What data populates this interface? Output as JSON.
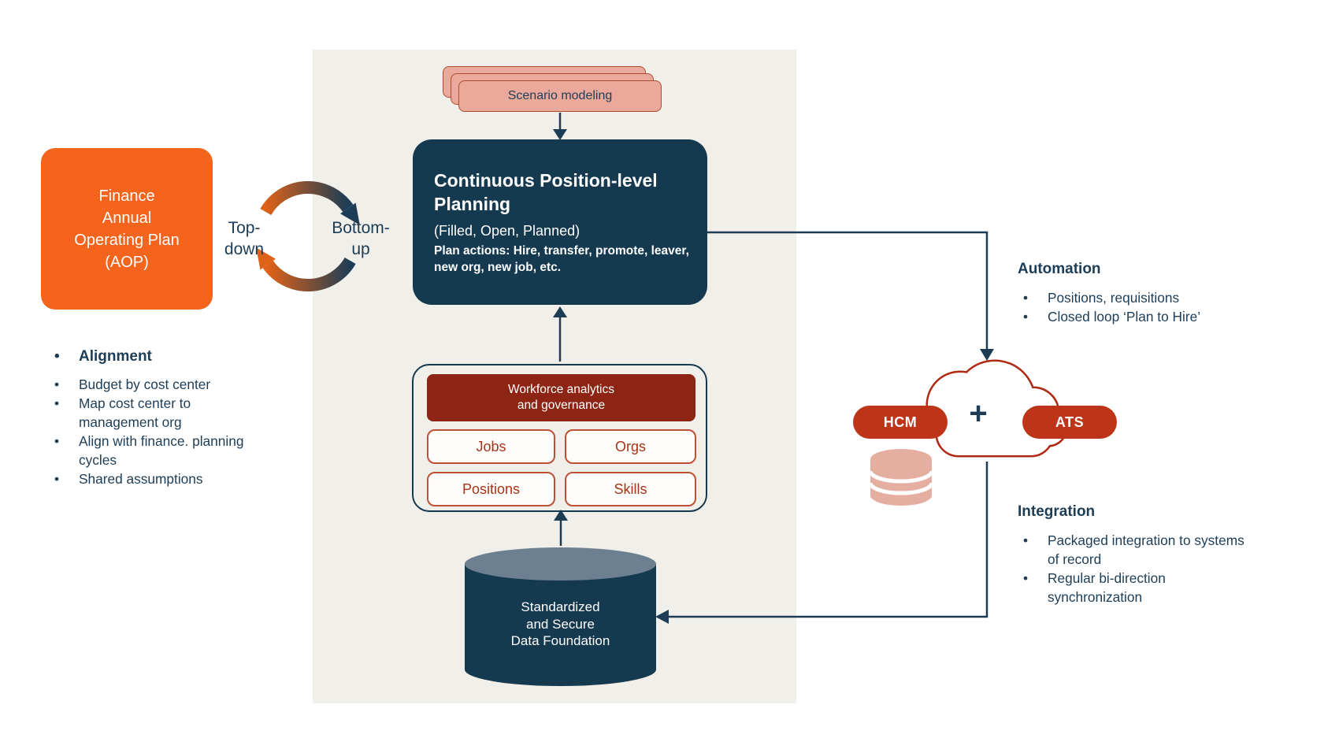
{
  "aop": {
    "line1": "Finance",
    "line2": "Annual",
    "line3": "Operating Plan",
    "line4": "(AOP)"
  },
  "cycle": {
    "top1": "Top-",
    "top2": "down",
    "bottom1": "Bottom-",
    "bottom2": "up"
  },
  "alignment": {
    "heading": "Alignment",
    "items": [
      "Budget by cost center",
      "Map cost center to management org",
      "Align with finance. planning cycles",
      "Shared assumptions"
    ]
  },
  "scenario": {
    "label": "Scenario modeling"
  },
  "planning": {
    "title": "Continuous Position-level Planning",
    "subtitle": "(Filled, Open, Planned)",
    "detail": "Plan actions: Hire, transfer, promote, leaver, new org, new job, etc."
  },
  "analytics": {
    "header1": "Workforce analytics",
    "header2": "and governance",
    "box1": "Jobs",
    "box2": "Orgs",
    "box3": "Positions",
    "box4": "Skills"
  },
  "foundation": {
    "line1": "Standardized",
    "line2": "and Secure",
    "line3": "Data Foundation"
  },
  "automation": {
    "heading": "Automation",
    "items": [
      "Positions, requisitions",
      "Closed loop ‘Plan to Hire’"
    ]
  },
  "integration": {
    "heading": "Integration",
    "items": [
      "Packaged integration to systems of record",
      "Regular bi-direction synchronization"
    ]
  },
  "systems": {
    "hcm": "HCM",
    "ats": "ATS",
    "plus": "+"
  },
  "colors": {
    "navy": "#15394F",
    "orange": "#F5641D",
    "brick_red": "#8E2414",
    "system_red": "#BE3418",
    "cloud_border": "#AE2A14",
    "salmon_card": "#EBA99B",
    "pink_db": "#E4AEA1",
    "panel_gray": "#F1EFE9",
    "cylinder_top": "#6C8092"
  }
}
